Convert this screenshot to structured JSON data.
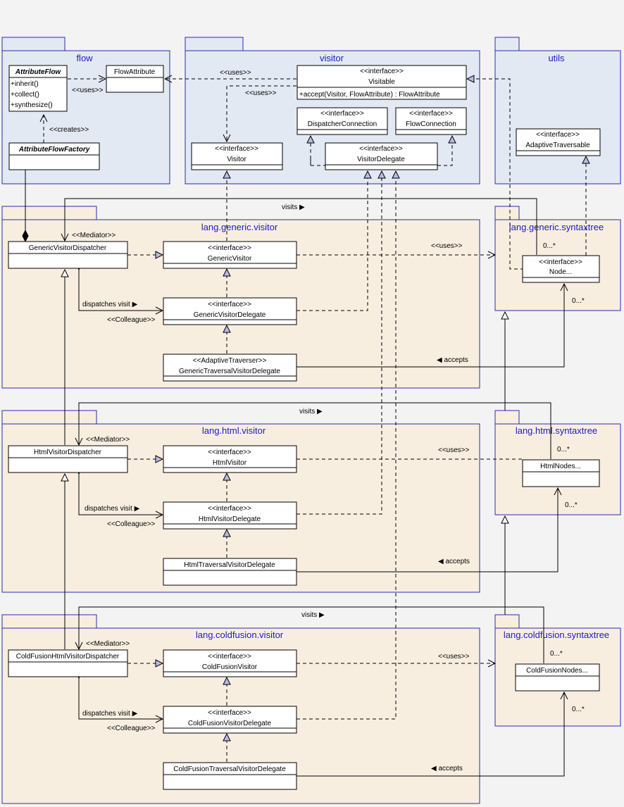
{
  "packages": {
    "flow": "flow",
    "visitor": "visitor",
    "utils": "utils",
    "generic_visitor": "lang.generic.visitor",
    "generic_syntaxtree": "lang.generic.syntaxtree",
    "html_visitor": "lang.html.visitor",
    "html_syntaxtree": "lang.html.syntaxtree",
    "cf_visitor": "lang.coldfusion.visitor",
    "cf_syntaxtree": "lang.coldfusion.syntaxtree"
  },
  "classes": {
    "attribute_flow": {
      "name": "AttributeFlow",
      "ops": [
        "+inherit()",
        "+collect()",
        "+synthesize()"
      ]
    },
    "flow_attribute": {
      "name": "FlowAttribute"
    },
    "attribute_flow_factory": {
      "name": "AttributeFlowFactory"
    },
    "visitable": {
      "stereo": "<<interface>>",
      "name": "Visitable",
      "op": "+accept(Visitor, FlowAttribute) : FlowAttribute"
    },
    "dispatcher_connection": {
      "stereo": "<<interface>>",
      "name": "DispatcherConnection"
    },
    "flow_connection": {
      "stereo": "<<interface>>",
      "name": "FlowConnection"
    },
    "visitor_if": {
      "stereo": "<<interface>>",
      "name": "Visitor"
    },
    "visitor_delegate": {
      "stereo": "<<interface>>",
      "name": "VisitorDelegate"
    },
    "adaptive_traversable": {
      "stereo": "<<interface>>",
      "name": "AdaptiveTraversable"
    },
    "generic_dispatcher": {
      "name": "GenericVisitorDispatcher"
    },
    "generic_visitor": {
      "stereo": "<<interface>>",
      "name": "GenericVisitor"
    },
    "generic_visitor_delegate": {
      "stereo": "<<interface>>",
      "name": "GenericVisitorDelegate"
    },
    "generic_traversal": {
      "stereo": "<<AdaptiveTraverser>>",
      "name": "GenericTraversalVisitorDelegate"
    },
    "node": {
      "stereo": "<<interface>>",
      "name": "Node..."
    },
    "html_dispatcher": {
      "name": "HtmlVisitorDispatcher"
    },
    "html_visitor": {
      "stereo": "<<interface>>",
      "name": "HtmlVisitor"
    },
    "html_visitor_delegate": {
      "stereo": "<<interface>>",
      "name": "HtmlVisitorDelegate"
    },
    "html_traversal": {
      "name": "HtmlTraversalVisitorDelegate"
    },
    "html_nodes": {
      "name": "HtmlNodes..."
    },
    "cf_dispatcher": {
      "name": "ColdFusionHtmlVisitorDispatcher"
    },
    "cf_visitor": {
      "stereo": "<<interface>>",
      "name": "ColdFusionVisitor"
    },
    "cf_visitor_delegate": {
      "stereo": "<<interface>>",
      "name": "ColdFusionVisitorDelegate"
    },
    "cf_traversal": {
      "name": "ColdFusionTraversalVisitorDelegate"
    },
    "cf_nodes": {
      "name": "ColdFusionNodes..."
    }
  },
  "labels": {
    "uses": "<<uses>>",
    "creates": "<<creates>>",
    "mediator": "<<Mediator>>",
    "colleague": "<<Colleague>>",
    "dispatches_visit": "dispatches visit ▶",
    "visits": "visits ▶",
    "accepts": "◀ accepts",
    "multiplicity": "0...*"
  }
}
